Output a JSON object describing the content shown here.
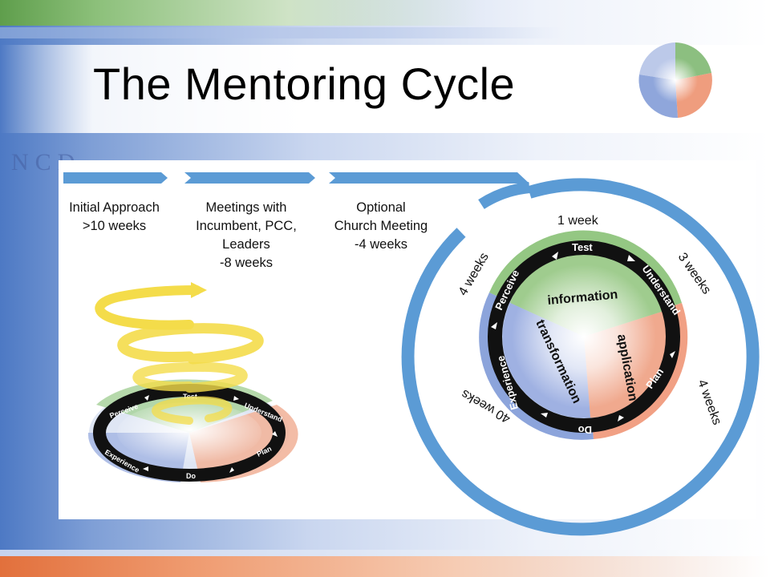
{
  "slide": {
    "title": "The Mentoring Cycle",
    "watermark": "NCD"
  },
  "timeline": [
    {
      "label": "Initial Approach\n>10 weeks"
    },
    {
      "label": "Meetings with\nIncumbent, PCC,\nLeaders\n-8 weeks"
    },
    {
      "label": "Optional\nChurch Meeting\n-4 weeks"
    }
  ],
  "cycle": {
    "durations": [
      "1 week",
      "3 weeks",
      "4 weeks",
      "40 weeks",
      "4 weeks"
    ],
    "ring_stages": [
      "Test",
      "Understand",
      "Plan",
      "Do",
      "Experience",
      "Perceive"
    ],
    "center_segments": [
      "information",
      "application",
      "transformation"
    ]
  },
  "small_cycle": {
    "ring_stages": [
      "Test",
      "Understand",
      "Plan",
      "Do",
      "Experience",
      "Perceive"
    ]
  },
  "colors": {
    "accent_blue": "#5b9bd5",
    "green": "#6fae5d",
    "orange": "#e9896a",
    "blue_segment": "#6f8fcf",
    "spiral_yellow": "#f4dc4a",
    "ring_black": "#111111"
  }
}
